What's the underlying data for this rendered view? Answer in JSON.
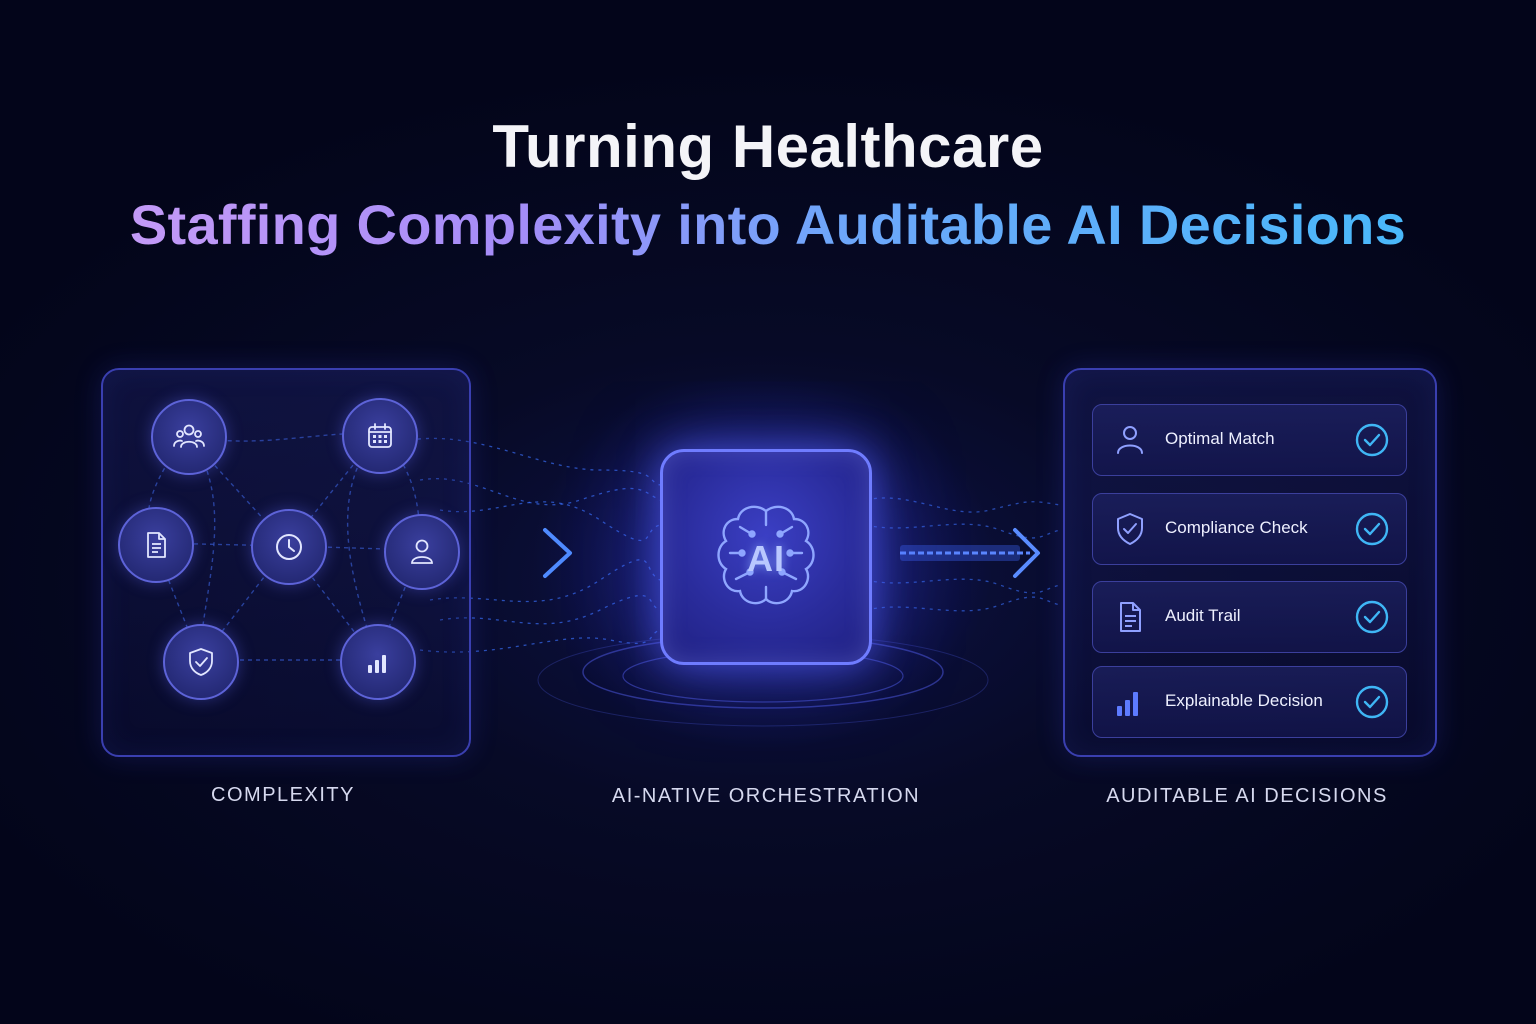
{
  "title": {
    "line1": "Turning Healthcare",
    "line2": "Staffing Complexity into Auditable AI Decisions"
  },
  "stages": {
    "complexity": {
      "caption": "COMPLEXITY",
      "icons": [
        "team-icon",
        "calendar-icon",
        "document-icon",
        "clock-icon",
        "person-icon",
        "shield-icon",
        "bar-chart-icon"
      ]
    },
    "orchestration": {
      "caption": "AI-NATIVE ORCHESTRATION",
      "center_label": "AI",
      "icon": "brain-circuit-icon"
    },
    "decisions": {
      "caption": "AUDITABLE AI DECISIONS",
      "items": [
        {
          "label": "Optimal Match",
          "icon": "person-icon"
        },
        {
          "label": "Compliance Check",
          "icon": "shield-check-icon"
        },
        {
          "label": "Audit Trail",
          "icon": "document-icon"
        },
        {
          "label": "Explainable Decision",
          "icon": "bar-chart-icon"
        }
      ]
    }
  },
  "colors": {
    "background": "#05071f",
    "accent": "#5b6cff",
    "check": "#3fb6f5",
    "gradient_start": "#c39af7",
    "gradient_end": "#49b8fa"
  }
}
